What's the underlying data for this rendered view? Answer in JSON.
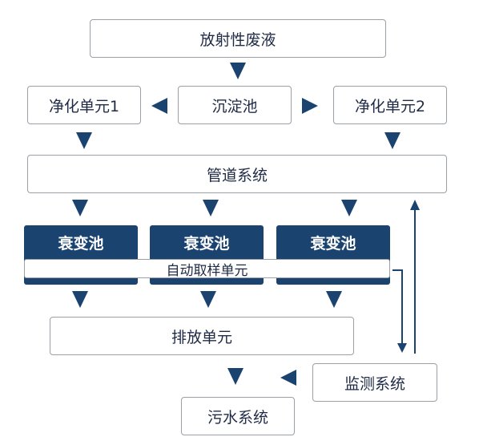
{
  "nodes": {
    "waste_liquid": "放射性废液",
    "purify_1": "净化单元1",
    "settling_tank": "沉淀池",
    "purify_2": "净化单元2",
    "pipeline": "管道系统",
    "decay_tank_1": "衰变池",
    "decay_tank_2": "衰变池",
    "decay_tank_3": "衰变池",
    "auto_sampling": "自动取样单元",
    "discharge": "排放单元",
    "monitoring": "监测系统",
    "sewage": "污水系统"
  },
  "colors": {
    "arrow": "#1b4370",
    "decay_fill": "#1b4370",
    "border": "#9aa0a6",
    "text": "#1f2a44"
  }
}
